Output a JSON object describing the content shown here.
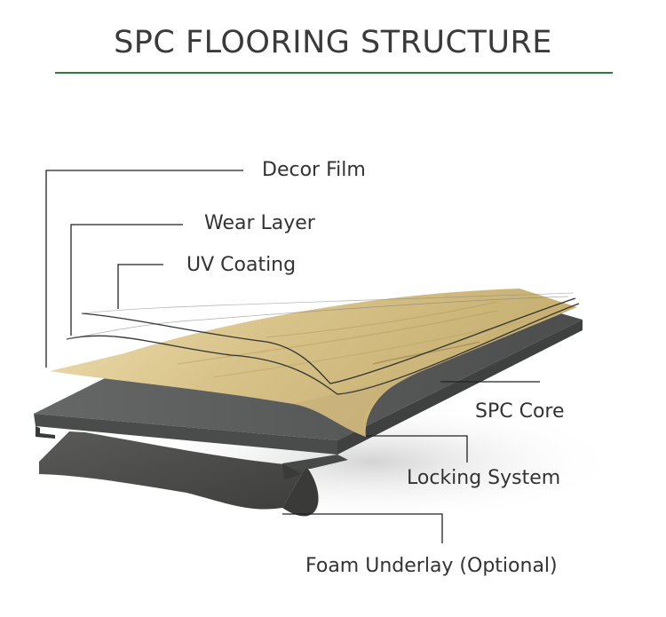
{
  "title": "SPC FLOORING STRUCTURE",
  "colors": {
    "title_rule": "#2f7a3c",
    "text": "#333333",
    "leader_line": "#222222",
    "decor_film": "#e2d19c",
    "spc_core": "#5b5c5c",
    "foam_underlay": "#4b4b49"
  },
  "layers": [
    {
      "id": "decor-film",
      "label": "Decor Film"
    },
    {
      "id": "wear-layer",
      "label": "Wear Layer"
    },
    {
      "id": "uv-coating",
      "label": "UV Coating"
    },
    {
      "id": "spc-core",
      "label": "SPC Core"
    },
    {
      "id": "locking-system",
      "label": "Locking System"
    },
    {
      "id": "foam-underlay",
      "label": "Foam Underlay (Optional)"
    }
  ]
}
